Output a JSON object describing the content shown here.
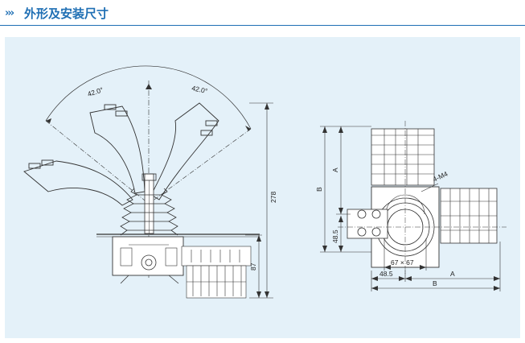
{
  "header": {
    "chevrons": "›››",
    "title": "外形及安装尺寸"
  },
  "labels": {
    "angle_left": "42.0°",
    "angle_right": "42.0°",
    "height_total": "278",
    "height_lower": "87",
    "dim_A_vertical": "A",
    "dim_B_vertical": "B",
    "dim_48_5_vertical": "48.5",
    "thread": "4-M4",
    "square": "67 × 67",
    "dim_48_5_horizontal": "48.5",
    "dim_A_horizontal": "A",
    "dim_B_horizontal": "B"
  },
  "colors": {
    "accent": "#1f6fb4",
    "panel": "#e4f1f9",
    "line": "#333333"
  }
}
